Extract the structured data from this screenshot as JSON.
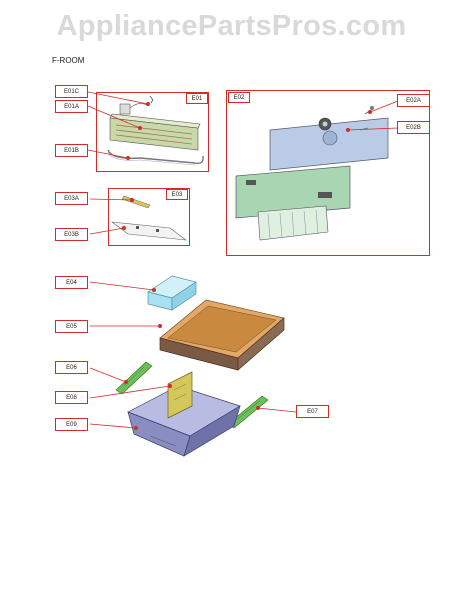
{
  "watermark": "AppliancePartsPros.com",
  "section_title": "F-ROOM",
  "labels": {
    "e01c": "E01C",
    "e01a": "E01A",
    "e01b": "E01B",
    "e01": "E01",
    "e02": "E02",
    "e02a": "E02A",
    "e02b": "E02B",
    "e03a": "E03A",
    "e03": "E03",
    "e03b": "E03B",
    "e04": "E04",
    "e05": "E05",
    "e06": "E06",
    "e08": "E08",
    "e09": "E09",
    "e07": "E07"
  },
  "colors": {
    "callout": "#d42a2a",
    "watermark": "#d9d9d9",
    "cover_blue": "#b9cbe6",
    "cover_green": "#a9d6b2",
    "drawer_brown": "#c98a3f",
    "bin_blue": "#8a8dc2",
    "rail_green": "#6cc05a",
    "divider_yellow": "#d4c85a",
    "tray_cyan": "#a7e1f2"
  }
}
